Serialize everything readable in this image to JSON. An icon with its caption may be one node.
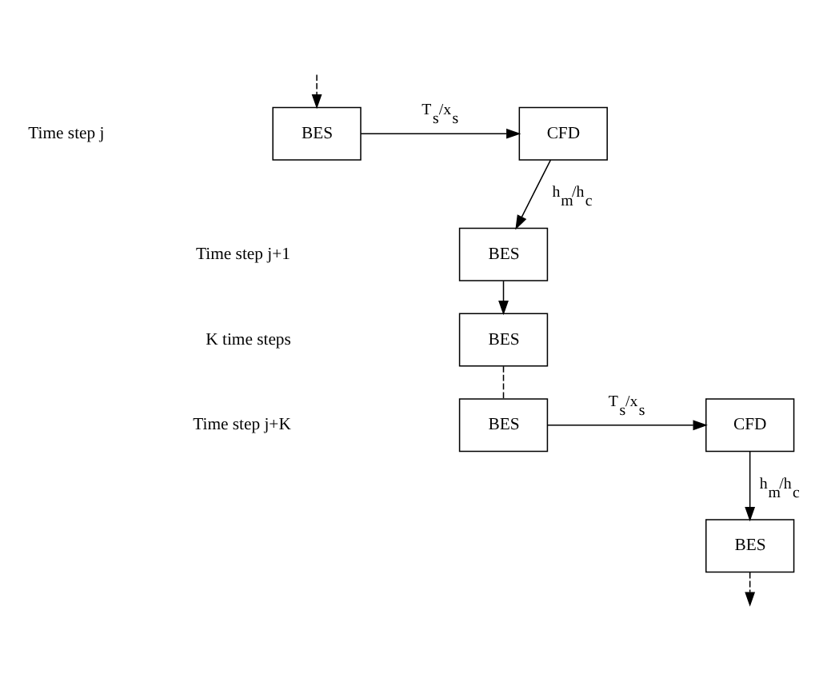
{
  "diagram": {
    "nodes": [
      {
        "text": [
          "BES"
        ]
      },
      {
        "text": [
          "CFD"
        ]
      },
      {
        "text": [
          "BES"
        ]
      },
      {
        "text": [
          "BES"
        ]
      },
      {
        "text": [
          "BES"
        ]
      },
      {
        "text": [
          "CFD"
        ]
      },
      {
        "text": [
          "BES"
        ]
      }
    ],
    "edges": [
      {
        "from": null,
        "to": 0,
        "arrow": "to",
        "style": "dashed"
      },
      {
        "from": 0,
        "to": 1,
        "arrow": "to",
        "label": "T$_{s}$/x$_{s}$"
      },
      {
        "from": 1,
        "to": 2,
        "arrow": "to",
        "label": "h$_{m}$/h$_{c}$"
      },
      {
        "from": 2,
        "to": 3,
        "arrow": "to"
      },
      {
        "from": 3,
        "to": 4,
        "arrow": "none",
        "style": "dashed"
      },
      {
        "from": 4,
        "to": 5,
        "arrow": "to",
        "label": "T$_{s}$/x$_{s}$"
      },
      {
        "from": 5,
        "to": 6,
        "arrow": "to",
        "label": "h$_{m}$/h$_{c}$"
      },
      {
        "from": 6,
        "to": null,
        "arrow": "to",
        "style": "dashed"
      }
    ],
    "labels": [
      "Time step j",
      "Time step j+1",
      "K time steps",
      "Time step j+K"
    ]
  }
}
